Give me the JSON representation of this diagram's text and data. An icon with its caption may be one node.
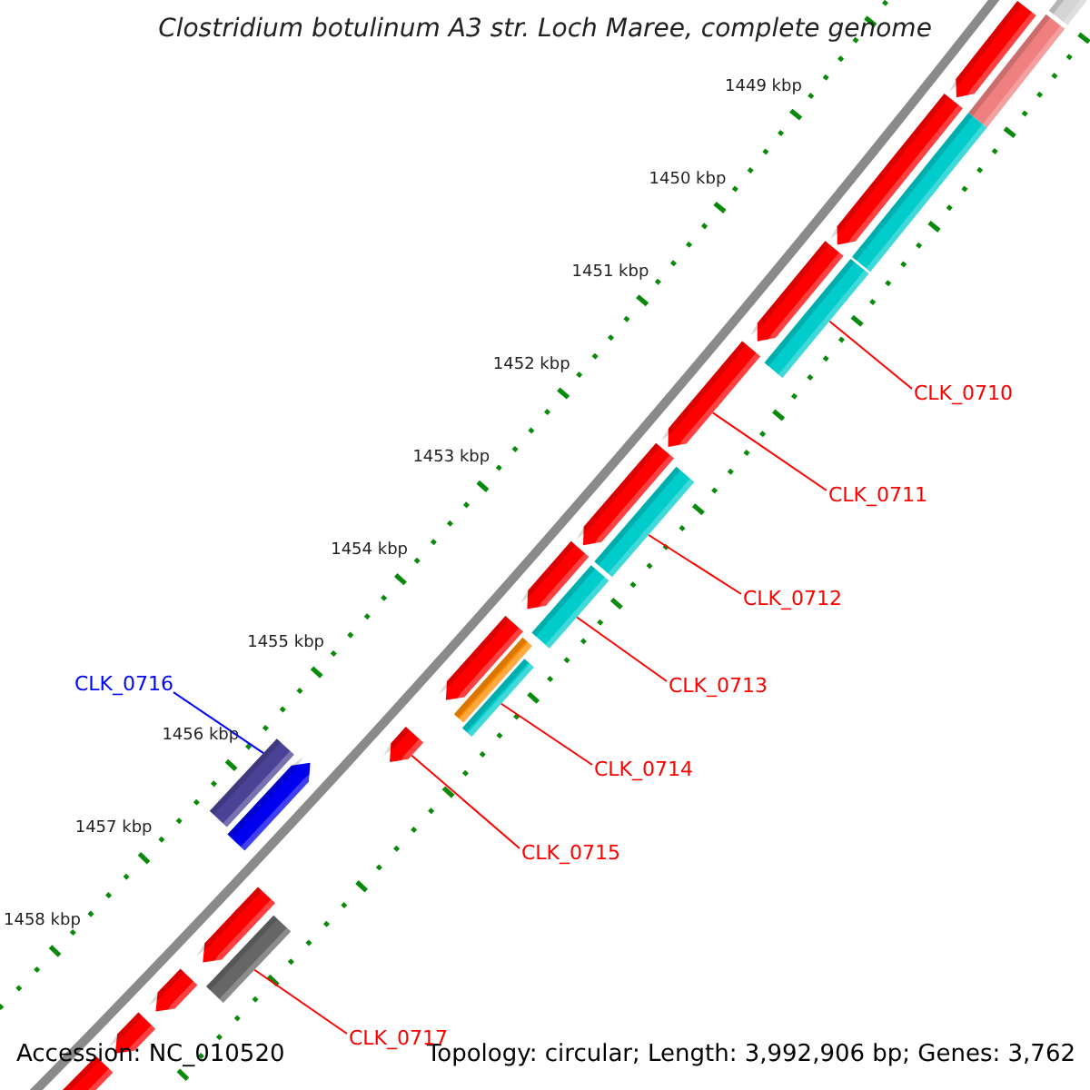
{
  "diagram": {
    "title": "Clostridium botulinum A3 str. Loch Maree, complete genome",
    "nodes": [
      {
        "text": [
          "CLK_0710"
        ]
      },
      {
        "text": [
          "CLK_0711"
        ]
      },
      {
        "text": [
          "CLK_0712"
        ]
      },
      {
        "text": [
          "CLK_0713"
        ]
      },
      {
        "text": [
          "CLK_0714"
        ]
      },
      {
        "text": [
          "CLK_0715"
        ]
      },
      {
        "text": [
          "CLK_0716"
        ]
      },
      {
        "text": [
          "CLK_0717"
        ]
      },
      {
        "text": [],
        "shape": "bar"
      },
      {
        "text": [],
        "shape": "pentagon"
      },
      {
        "text": [],
        "shape": "bar"
      },
      {
        "text": [],
        "shape": "pentagon"
      },
      {
        "text": [],
        "shape": "bar"
      },
      {
        "text": [],
        "shape": "bar"
      },
      {
        "text": [],
        "shape": "pentagon"
      },
      {
        "text": [],
        "shape": "pentagon"
      },
      {
        "text": [],
        "shape": "pentagon"
      },
      {
        "text": [],
        "shape": "bar"
      },
      {
        "text": [],
        "shape": "pentagon"
      },
      {
        "text": [],
        "shape": "bar"
      },
      {
        "text": [],
        "shape": "pentagon"
      },
      {
        "text": [],
        "shape": "bar"
      },
      {
        "text": [],
        "shape": "bar"
      },
      {
        "text": [],
        "shape": "pentagon"
      },
      {
        "text": [],
        "shape": "pentagon"
      },
      {
        "text": [],
        "shape": "bar"
      },
      {
        "text": [],
        "shape": "pentagon"
      },
      {
        "text": [],
        "shape": "bar"
      },
      {
        "text": [],
        "shape": "pentagon"
      },
      {
        "text": [],
        "shape": "pentagon"
      },
      {
        "text": [],
        "shape": "pentagon"
      }
    ],
    "edges": [
      {
        "from": 0,
        "to": 13,
        "arrow": "none"
      },
      {
        "from": 1,
        "to": 15,
        "arrow": "none"
      },
      {
        "from": 2,
        "to": 17,
        "arrow": "none"
      },
      {
        "from": 3,
        "to": 19,
        "arrow": "none"
      },
      {
        "from": 4,
        "to": 22,
        "arrow": "none"
      },
      {
        "from": 5,
        "to": 23,
        "arrow": "none"
      },
      {
        "from": 6,
        "to": 25,
        "arrow": "none",
        "color": "#0000ff"
      },
      {
        "from": 7,
        "to": 27,
        "arrow": "none"
      }
    ],
    "labels": [
      "1449 kbp",
      "1450 kbp",
      "1451 kbp",
      "1452 kbp",
      "1453 kbp",
      "1454 kbp",
      "1455 kbp",
      "1456 kbp",
      "1457 kbp",
      "1458 kbp",
      "Accession: NC_010520",
      "Topology: circular; Length: 3,992,906 bp; Genes: 3,762"
    ]
  }
}
